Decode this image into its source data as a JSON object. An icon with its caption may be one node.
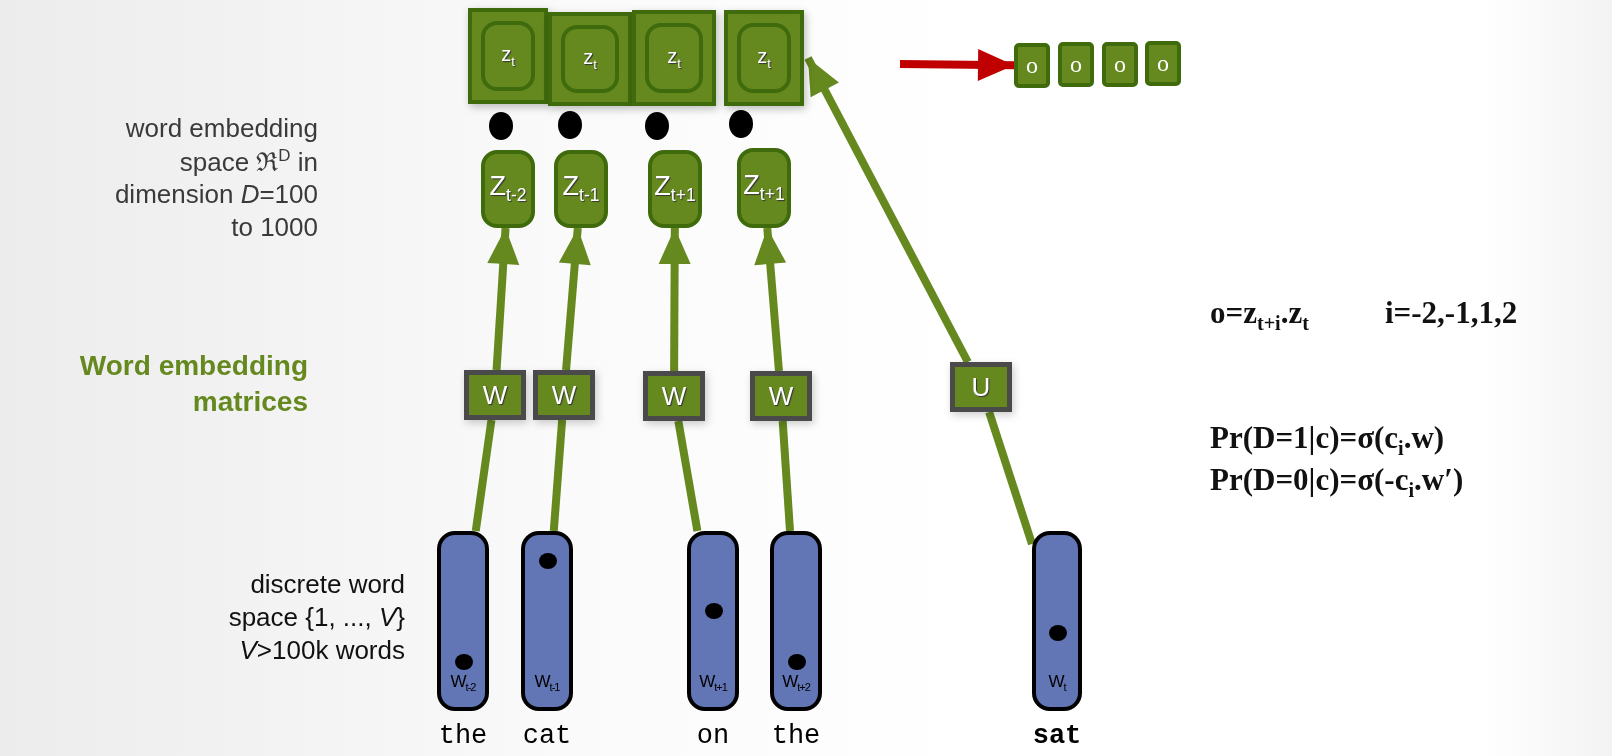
{
  "diagram": {
    "nodes": [
      {
        "text": [
          "z$_{t}$"
        ]
      },
      {
        "text": [
          "z$_{t}$"
        ]
      },
      {
        "text": [
          "z$_{t}$"
        ]
      },
      {
        "text": [
          "z$_{t}$"
        ]
      },
      {
        "text": [
          "Z$_{t-2}$"
        ]
      },
      {
        "text": [
          "Z$_{t-1}$"
        ]
      },
      {
        "text": [
          "Z$_{t+1}$"
        ]
      },
      {
        "text": [
          "Z$_{t+1}$"
        ]
      },
      {
        "text": [
          "o"
        ]
      },
      {
        "text": [
          "o"
        ]
      },
      {
        "text": [
          "o"
        ]
      },
      {
        "text": [
          "o"
        ]
      },
      {
        "text": [
          "W"
        ]
      },
      {
        "text": [
          "W"
        ]
      },
      {
        "text": [
          "W"
        ]
      },
      {
        "text": [
          "W"
        ]
      },
      {
        "text": [
          "U"
        ]
      },
      {
        "text": [
          "W$_{t-2}$"
        ],
        "beside": [
          "the"
        ]
      },
      {
        "text": [
          "W$_{t-1}$"
        ],
        "beside": [
          "cat"
        ]
      },
      {
        "text": [
          "W$_{t+1}$"
        ],
        "beside": [
          "on"
        ]
      },
      {
        "text": [
          "W$_{t+2}$"
        ],
        "beside": [
          "the"
        ]
      },
      {
        "text": [
          "W$_{t}$"
        ],
        "beside": [
          "**sat**"
        ]
      }
    ],
    "edges": [
      {
        "from": 17,
        "to": 12,
        "arrow": "none"
      },
      {
        "from": 12,
        "to": 4,
        "arrow": "to"
      },
      {
        "from": 18,
        "to": 13,
        "arrow": "none"
      },
      {
        "from": 13,
        "to": 5,
        "arrow": "to"
      },
      {
        "from": 19,
        "to": 14,
        "arrow": "none"
      },
      {
        "from": 14,
        "to": 6,
        "arrow": "to"
      },
      {
        "from": 20,
        "to": 15,
        "arrow": "none"
      },
      {
        "from": 15,
        "to": 7,
        "arrow": "to"
      },
      {
        "from": 21,
        "to": 16,
        "arrow": "none"
      },
      {
        "from": 16,
        "to": 3,
        "arrow": "to"
      },
      {
        "from": null,
        "to": 8,
        "arrow": "to",
        "color": "#c00000"
      }
    ],
    "labels": [
      "word embedding space ℜ$^{D}$ in dimension *D*=100 to 1000",
      "Word embedding matrices",
      "discrete word space {1, ..., *V*} *V*>100k words",
      "o=z$_{t+i}$.z$_{t}$",
      "i=-2,-1,1,2",
      "Pr(D=1|c)=σ(c$_{i}$.w)",
      "Pr(D=0|c)=σ(-c$_{i}$.w′)"
    ]
  }
}
